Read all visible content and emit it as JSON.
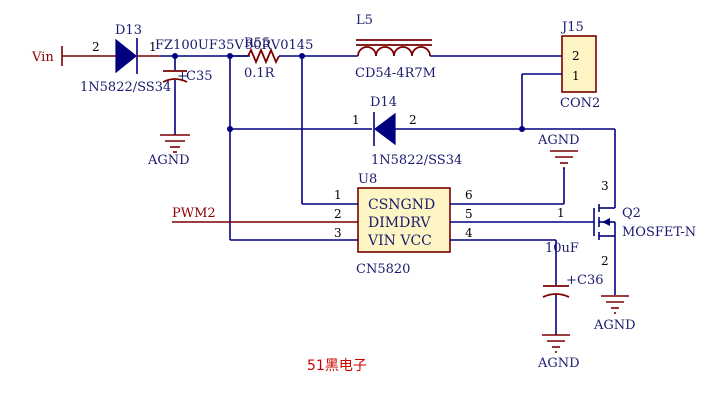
{
  "nets": {
    "vin": "Vin",
    "pwm": "PWM2",
    "agnd": "AGND"
  },
  "d13": {
    "ref": "D13",
    "value": "1N5822/SS34",
    "pin_anode": "2",
    "pin_cathode": "1"
  },
  "c35": {
    "ref": "C35",
    "value": "FZ100UF35V",
    "polarity": "+"
  },
  "r55": {
    "ref": "R55",
    "value": "0.1R",
    "overlap_text": "90RV0145"
  },
  "l5": {
    "ref": "L5",
    "value": "CD54-4R7M"
  },
  "j15": {
    "ref": "J15",
    "value": "CON2",
    "pin_top": "2",
    "pin_bottom": "1"
  },
  "d14": {
    "ref": "D14",
    "value": "1N5822/SS34",
    "pin_left": "1",
    "pin_right": "2"
  },
  "u8": {
    "ref": "U8",
    "value": "CN5820",
    "line1": "CSNGND",
    "line2": "DIMDRV",
    "line3": "VIN VCC",
    "pins_left": [
      "1",
      "2",
      "3"
    ],
    "pins_right": [
      "6",
      "5",
      "4"
    ]
  },
  "q2": {
    "ref": "Q2",
    "value": "MOSFET-N",
    "pin_gate": "1",
    "pin_drain": "3",
    "pin_source": "2"
  },
  "c36": {
    "ref": "C36",
    "value": "10uF",
    "polarity": "+"
  },
  "watermark": "51黑电子",
  "colors": {
    "wire": "#000080",
    "component": "#7a0000",
    "watermark": "#cc0000"
  }
}
